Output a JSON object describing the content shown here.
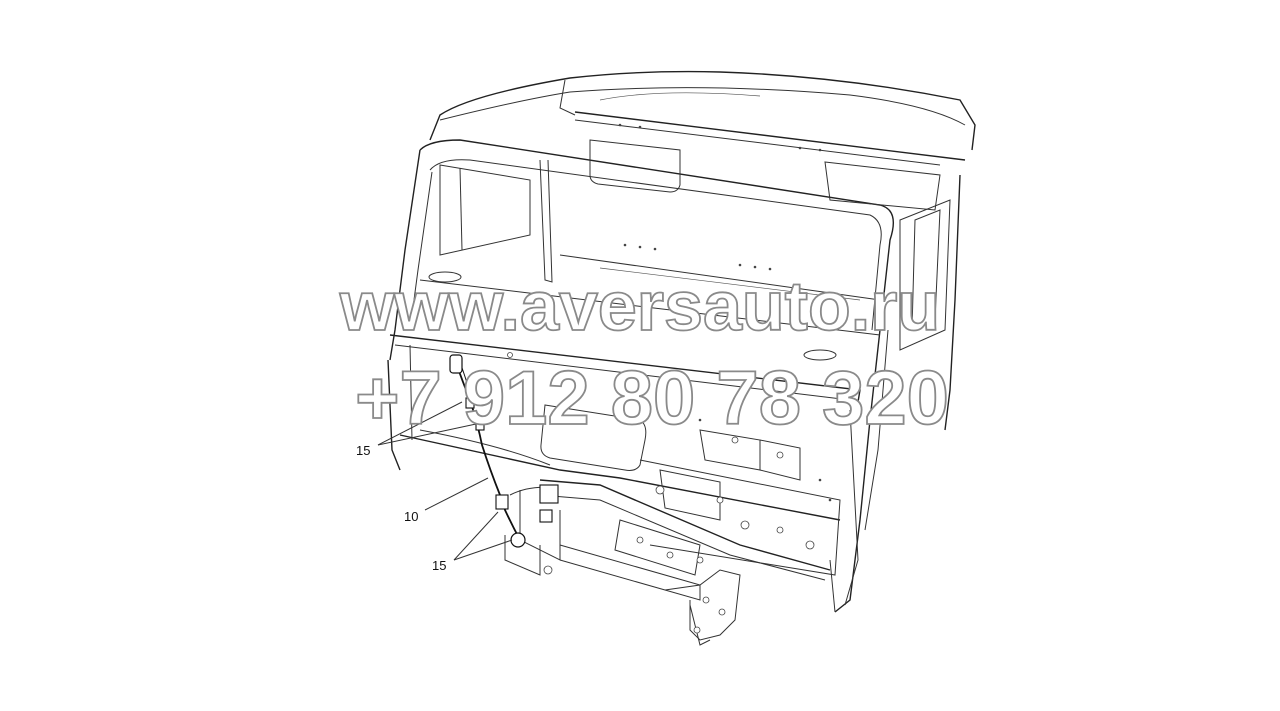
{
  "watermark": {
    "site": "www.aversauto.ru",
    "phone": "+7 912 80 78 320"
  },
  "callouts": [
    {
      "label": "15"
    },
    {
      "label": "10"
    },
    {
      "label": "15"
    }
  ],
  "colors": {
    "background": "#ffffff",
    "line": "#333333",
    "watermark_outline": "#8a8a8a"
  }
}
